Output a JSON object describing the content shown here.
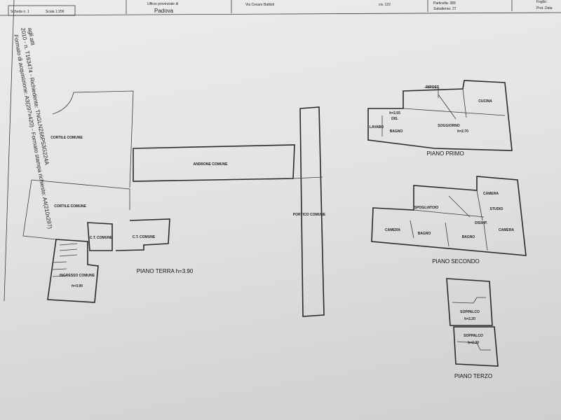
{
  "header": {
    "scheda": "Scheda n. 1",
    "scala": "Scala 1:200",
    "ufficio": "Ufficio provinciale di",
    "provincia": "Padova",
    "via": "Via Cesare Battisti",
    "civico": "civ. 122",
    "particella": "Particella: 389",
    "subalterno": "Subalterno: 27",
    "right_top": "Foglio:",
    "right_bottom": "Prot. Data"
  },
  "side_text": {
    "line1": "2010 - n. T163474 - Richiedente: TNGLNZ66P53G224A",
    "line2": "Formato di acquisizione: A3(297x420) - Formato stampa richiesto: A4(210x297)",
    "line3": "agli atti"
  },
  "piano_terra": {
    "caption": "PIANO TERRA h=3.90",
    "rooms": [
      "CORTILE COMUNE",
      "CORTILE COMUNE",
      "ANDRONE COMUNE",
      "PORTICO COMUNE",
      "C.T. COMUNE",
      "C.T. COMUNE",
      "INGRESSO COMUNE",
      "h=3.90"
    ]
  },
  "piano_primo": {
    "caption": "PIANO PRIMO",
    "rooms": [
      "CUCINA",
      "SOGGIORNO",
      "BAGNO",
      "LAVABO",
      "RIPOST.",
      "h=2.55",
      "DIS.",
      "h=2.70"
    ]
  },
  "piano_secondo": {
    "caption": "PIANO SECONDO",
    "rooms": [
      "CAMERA",
      "BAGNO",
      "BAGNO",
      "SPOGLIATOIO",
      "CAMERA",
      "CAMERA",
      "STUDIO",
      "DISIMP."
    ]
  },
  "piano_terzo": {
    "caption": "PIANO TERZO",
    "rooms": [
      "SOPPALCO",
      "h=2.20",
      "SOPPALCO",
      "h=2.20"
    ]
  },
  "colors": {
    "paper": "#e6e6e6",
    "ink": "#2a2a2a"
  }
}
